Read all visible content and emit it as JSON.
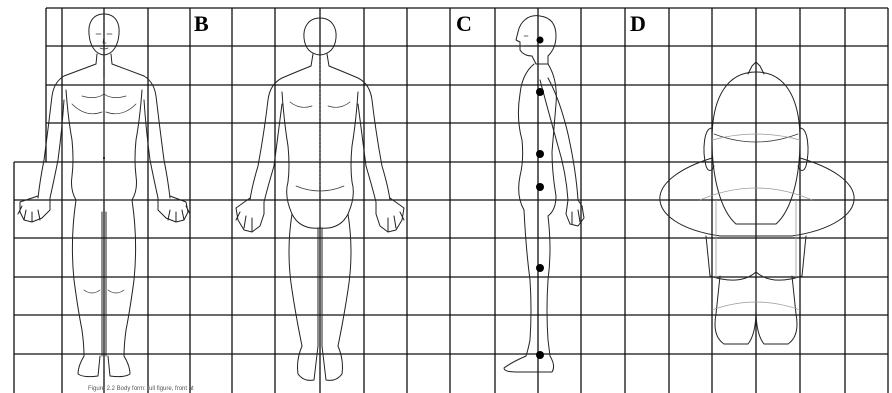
{
  "panels": [
    {
      "id": "A",
      "label": "",
      "view": "anterior full-body figure"
    },
    {
      "id": "B",
      "label": "B",
      "view": "posterior full-body figure"
    },
    {
      "id": "C",
      "label": "C",
      "view": "lateral full-body figure"
    },
    {
      "id": "D",
      "label": "D",
      "view": "superior figure"
    }
  ],
  "caption": "Figure 2.2 Body form: full figure, front at",
  "colors": {
    "grid": "#111111",
    "figure": "#222222",
    "marker": "#000000",
    "background": "#ffffff"
  }
}
